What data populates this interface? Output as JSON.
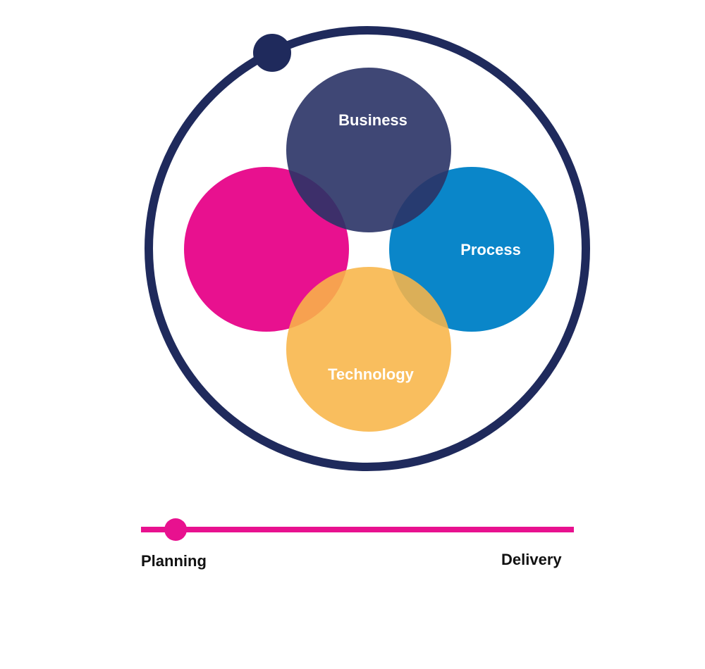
{
  "colors": {
    "ring": "#1f2a5c",
    "business": "#2a3366",
    "people": "#e8118f",
    "process": "#0a86c9",
    "technology": "#f8b548",
    "timeline": "#e8118f"
  },
  "circles": {
    "business": {
      "label": "Business"
    },
    "people": {
      "label": ""
    },
    "process": {
      "label": "Process"
    },
    "technology": {
      "label": "Technology"
    }
  },
  "timeline": {
    "start_label": "Planning",
    "end_label": "Delivery",
    "progress": 0.08
  }
}
